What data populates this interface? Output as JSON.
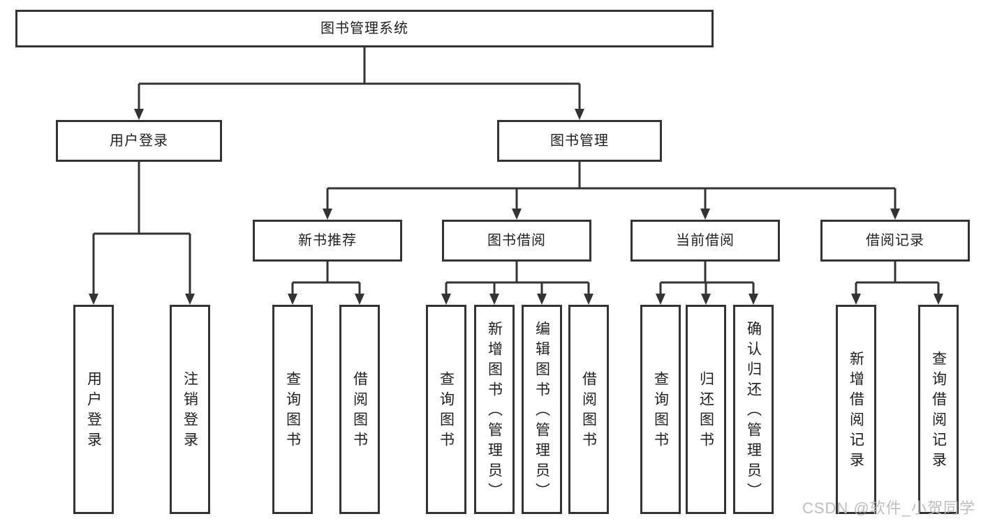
{
  "nodes": {
    "root": {
      "label": "图书管理系统"
    },
    "level2": [
      {
        "label": "用户登录"
      },
      {
        "label": "图书管理"
      }
    ],
    "level3": [
      {
        "label": "新书推荐"
      },
      {
        "label": "图书借阅"
      },
      {
        "label": "当前借阅"
      },
      {
        "label": "借阅记录"
      }
    ],
    "leaves": {
      "user": [
        {
          "label": "用户登录"
        },
        {
          "label": "注销登录"
        }
      ],
      "recommend": [
        {
          "label": "查询图书"
        },
        {
          "label": "借阅图书"
        }
      ],
      "borrow": [
        {
          "label": "查询图书"
        },
        {
          "label": "新增图书（管理员）"
        },
        {
          "label": "编辑图书（管理员）"
        },
        {
          "label": "借阅图书"
        }
      ],
      "current": [
        {
          "label": "查询图书"
        },
        {
          "label": "归还图书"
        },
        {
          "label": "确认归还（管理员）"
        }
      ],
      "record": [
        {
          "label": "新增借阅记录"
        },
        {
          "label": "查询借阅记录"
        }
      ]
    }
  },
  "watermark": "CSDN @软件_小贺同学",
  "colors": {
    "line": "#333333",
    "box_border": "#333333",
    "box_fill": "#ffffff",
    "watermark": "#bababa"
  }
}
